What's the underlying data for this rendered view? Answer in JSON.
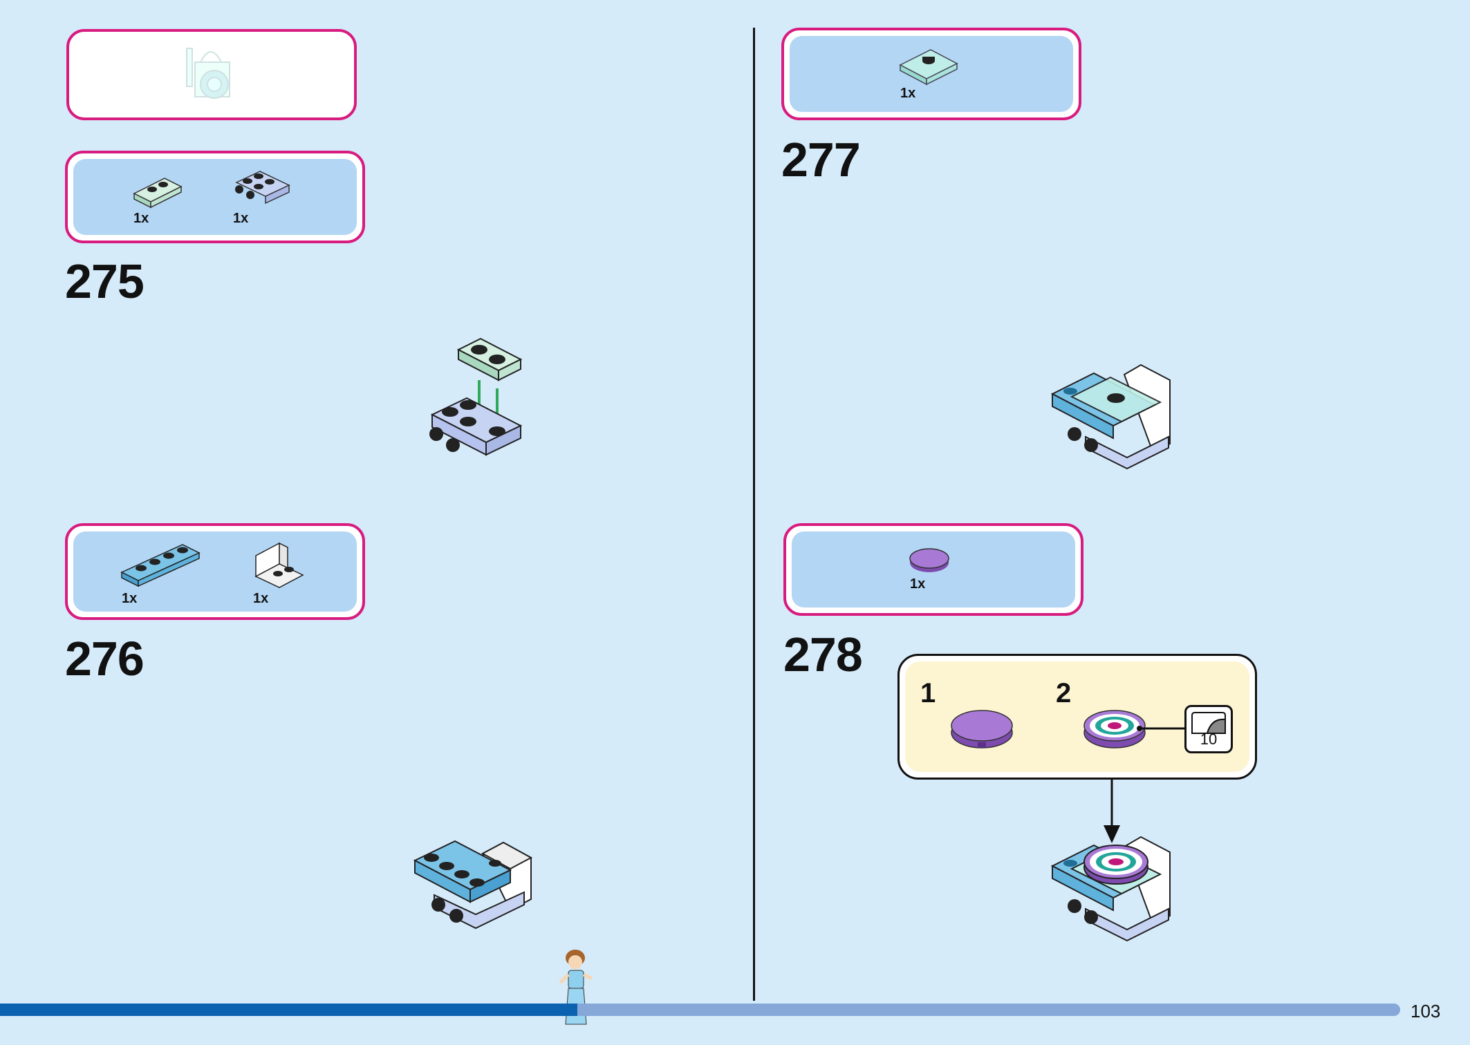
{
  "left_page": {
    "top_callout": {
      "icon": "assembled-model-thumbnail"
    },
    "steps": [
      {
        "number": "275",
        "parts": [
          {
            "qty": "1x",
            "part": "mint-plate-1x2"
          },
          {
            "qty": "1x",
            "part": "blue-plate-2x2-with-wheel-pins"
          }
        ]
      },
      {
        "number": "276",
        "parts": [
          {
            "qty": "1x",
            "part": "blue-plate-1x4"
          },
          {
            "qty": "1x",
            "part": "white-bracket-1x2"
          }
        ]
      }
    ]
  },
  "right_page": {
    "steps": [
      {
        "number": "277",
        "parts": [
          {
            "qty": "1x",
            "part": "transparent-tile-with-stud"
          }
        ]
      },
      {
        "number": "278",
        "parts": [
          {
            "qty": "1x",
            "part": "purple-round-tile"
          }
        ],
        "substeps": [
          {
            "number": "1",
            "part": "purple-round-tile"
          },
          {
            "number": "2",
            "part": "round-tile-with-sticker",
            "sticker_number": "10"
          }
        ]
      }
    ]
  },
  "footer": {
    "page_number": "103",
    "progress_fraction": 0.39
  },
  "colors": {
    "background": "#d6ebfa",
    "callout_border": "#d81b7f",
    "callout_fill": "#b3d6f4",
    "substep_fill": "#fdf5d2",
    "arrow_green": "#2eaa5c",
    "progress_dark": "#0a62b0",
    "progress_light": "#85a8d8"
  }
}
